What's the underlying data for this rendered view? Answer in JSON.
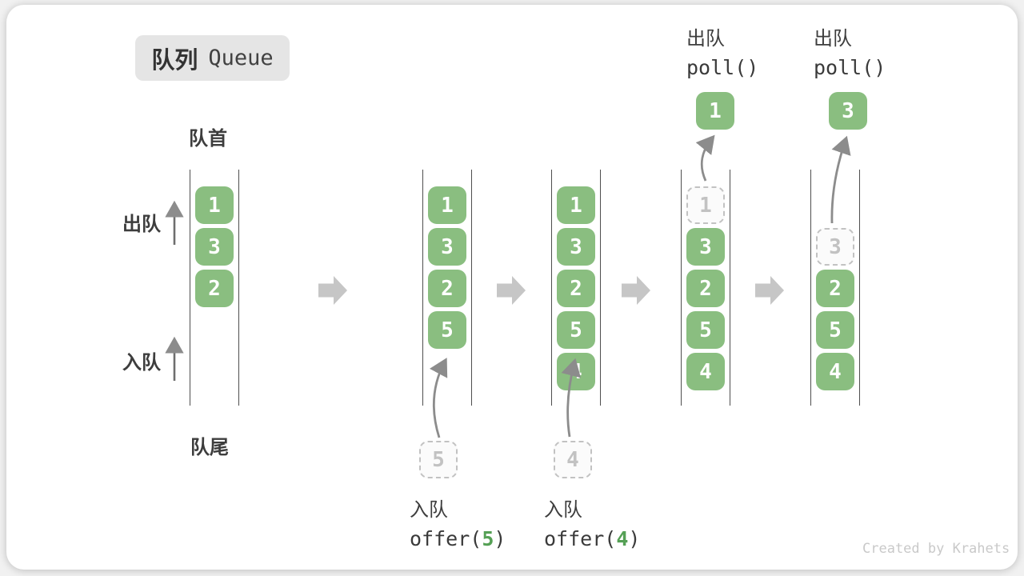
{
  "badge": {
    "zh": "队列",
    "en": "Queue"
  },
  "labels": {
    "front": "队首",
    "rear": "队尾",
    "dequeue_side": "出队",
    "enqueue_side": "入队"
  },
  "watermark": "Created by Krahets",
  "colors": {
    "box_green": "#8abe80",
    "code_arg_green": "#55a055",
    "curve_arrow_gray": "#8c8c8c",
    "block_arrow_gray": "#c6c6c6",
    "dashed_gray": "#c2c2c2",
    "wall_gray": "#4f4f4f"
  },
  "operations": [
    {
      "name": "入队",
      "prefix": "offer(",
      "arg": "5",
      "suffix": ")"
    },
    {
      "name": "入队",
      "prefix": "offer(",
      "arg": "4",
      "suffix": ")"
    },
    {
      "name": "出队",
      "prefix": "poll()",
      "arg": "",
      "suffix": ""
    },
    {
      "name": "出队",
      "prefix": "poll()",
      "arg": "",
      "suffix": ""
    }
  ],
  "states": [
    {
      "name": "initial",
      "slots": [
        {
          "row": 0,
          "value": "1"
        },
        {
          "row": 1,
          "value": "3"
        },
        {
          "row": 2,
          "value": "2"
        }
      ]
    },
    {
      "name": "after-offer-5",
      "slots": [
        {
          "row": 0,
          "value": "1"
        },
        {
          "row": 1,
          "value": "3"
        },
        {
          "row": 2,
          "value": "2"
        },
        {
          "row": 3,
          "value": "5"
        }
      ],
      "incoming": {
        "value": "5"
      }
    },
    {
      "name": "after-offer-4",
      "slots": [
        {
          "row": 0,
          "value": "1"
        },
        {
          "row": 1,
          "value": "3"
        },
        {
          "row": 2,
          "value": "2"
        },
        {
          "row": 3,
          "value": "5"
        },
        {
          "row": 4,
          "value": "4"
        }
      ],
      "incoming": {
        "value": "4"
      }
    },
    {
      "name": "after-poll-1",
      "slots": [
        {
          "row": 0,
          "value": "1",
          "dashed": true
        },
        {
          "row": 1,
          "value": "3"
        },
        {
          "row": 2,
          "value": "2"
        },
        {
          "row": 3,
          "value": "5"
        },
        {
          "row": 4,
          "value": "4"
        }
      ],
      "outgoing": {
        "value": "1"
      }
    },
    {
      "name": "after-poll-3",
      "slots": [
        {
          "row": 1,
          "value": "3",
          "dashed": true
        },
        {
          "row": 2,
          "value": "2"
        },
        {
          "row": 3,
          "value": "5"
        },
        {
          "row": 4,
          "value": "4"
        }
      ],
      "outgoing": {
        "value": "3"
      }
    }
  ]
}
